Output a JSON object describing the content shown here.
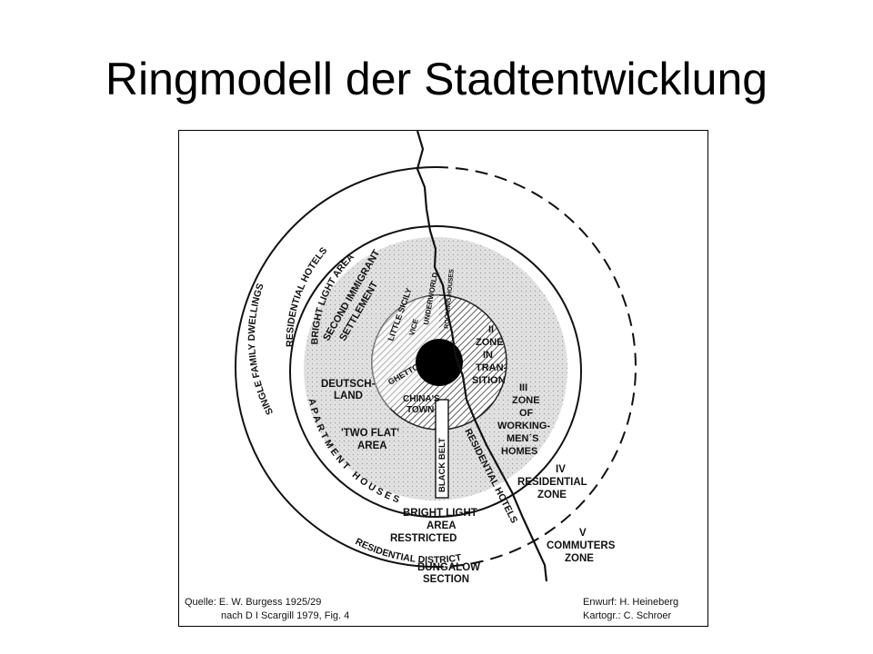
{
  "title": "Ringmodell der Stadtentwicklung",
  "diagram": {
    "rings": [
      {
        "id": "I",
        "label": ""
      },
      {
        "id": "II",
        "label": "II ZONE IN TRANSITION"
      },
      {
        "id": "III",
        "label": "III ZONE OF WORKING-MEN'S HOMES"
      },
      {
        "id": "IV",
        "label": "IV RESIDENTIAL ZONE"
      },
      {
        "id": "V",
        "label": "V COMMUTERS ZONE"
      }
    ],
    "labels": {
      "single_family": "SINGLE FAMILY DWELLINGS",
      "residential_hotels_arc": "RESIDENTIAL HOTELS",
      "bright_light_arc": "BRIGHT LIGHT AREA",
      "second_immigrant_1": "SECOND IMMIGRANT",
      "second_immigrant_2": "SETTLEMENT",
      "little_sicily": "LITTLE SICILY",
      "vice": "VICE",
      "ghetto": "GHETTO",
      "china_1": "CHINA'S",
      "china_2": "TOWN",
      "underworld": "UNDERWORLD",
      "rooming": "ROOMING HOUSES",
      "deutschland_1": "DEUTSCH-",
      "deutschland_2": "LAND",
      "ring2_1": "II",
      "ring2_2": "ZONE",
      "ring2_3": "IN",
      "ring2_4": "TRAN-",
      "ring2_5": "SITION",
      "ring3_1": "III",
      "ring3_2": "ZONE",
      "ring3_3": "OF",
      "ring3_4": "WORKING-",
      "ring3_5": "MEN´S",
      "ring3_6": "HOMES",
      "two_flat_1": "'TWO FLAT'",
      "two_flat_2": "AREA",
      "black_belt": "BLACK BELT",
      "residential_hotels_diag": "RESIDENTIAL HOTELS",
      "apartment_houses": "APARTMENT HOUSES",
      "bright_light_bottom_1": "BRIGHT LIGHT",
      "bright_light_bottom_2": "AREA",
      "restricted_1": "RESTRICTED",
      "restricted_2": "RESIDENTIAL DISTRICT",
      "ring4_1": "IV",
      "ring4_2": "RESIDENTIAL",
      "ring4_3": "ZONE",
      "ring5_1": "V",
      "ring5_2": "COMMUTERS",
      "ring5_3": "ZONE",
      "bungalow_1": "BUNGALOW",
      "bungalow_2": "SECTION"
    },
    "source": {
      "line1": "Quelle: E. W. Burgess 1925/29",
      "line2": "nach D  I  Scargill 1979, Fig. 4",
      "credit1": "Enwurf:  H. Heineberg",
      "credit2": "Kartogr.:  C. Schroer"
    }
  }
}
